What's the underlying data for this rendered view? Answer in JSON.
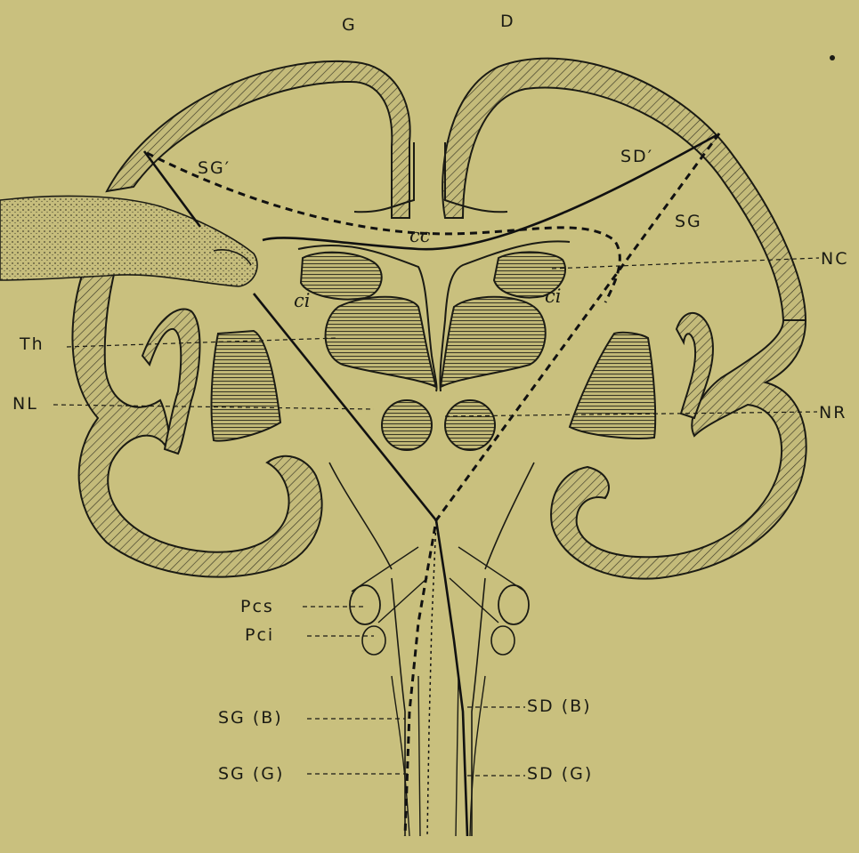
{
  "diagram": {
    "background": "#c9c07e",
    "ink": "#1b1b14",
    "labels": {
      "g": "G",
      "d": "D",
      "sg_prime": "SG′",
      "sd_prime": "SD′",
      "sg": "SG",
      "cc": "cc",
      "ci_left": "ci",
      "ci_right": "ci",
      "nc": "NC",
      "th": "Th",
      "nl": "NL",
      "nr": "NR",
      "pcs": "Pcs",
      "pci": "Pci",
      "sg_b": "SG (B)",
      "sg_g": "SG (G)",
      "sd_b": "SD (B)",
      "sd_g": "SD (G)"
    }
  }
}
